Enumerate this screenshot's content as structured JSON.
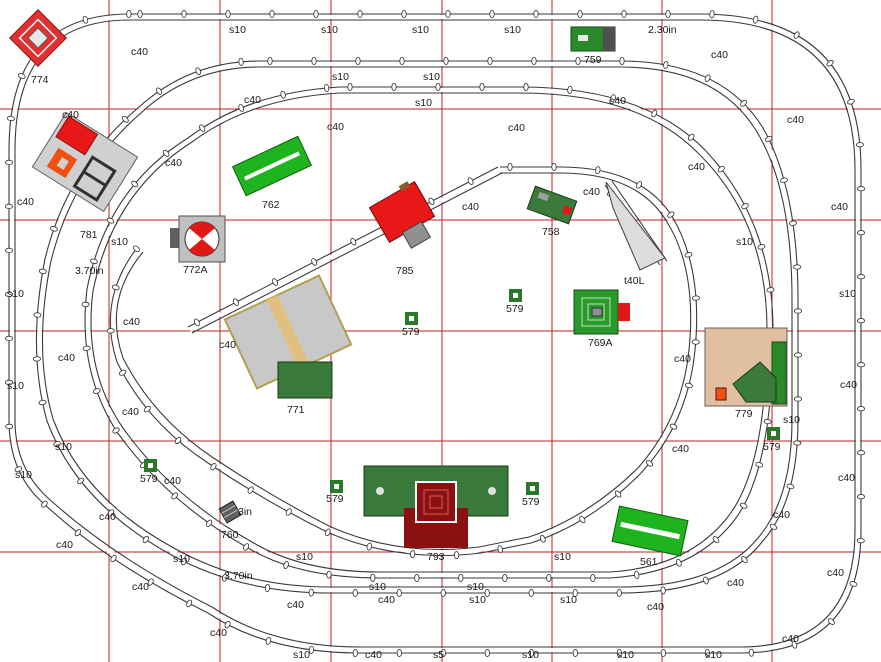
{
  "colors": {
    "grid": "#c02020",
    "rail": "#3a3a3a",
    "green": "#1fb31f",
    "dark_green": "#3a7a3a",
    "red": "#e01818",
    "maroon": "#8b1010",
    "gray": "#c8c8c8",
    "tan": "#e0c0a0",
    "orange": "#f05010"
  },
  "track_labels": [
    {
      "id": "t1",
      "text": "s10"
    },
    {
      "id": "t2",
      "text": "s10"
    },
    {
      "id": "t3",
      "text": "s10"
    },
    {
      "id": "t4",
      "text": "s10"
    },
    {
      "id": "t5",
      "text": "2.30in"
    },
    {
      "id": "t6",
      "text": "c40"
    },
    {
      "id": "t7",
      "text": "c40"
    },
    {
      "id": "t8",
      "text": "s10"
    },
    {
      "id": "t9",
      "text": "s10"
    },
    {
      "id": "t10",
      "text": "c40"
    },
    {
      "id": "t11",
      "text": "c40"
    },
    {
      "id": "t12",
      "text": "s10"
    },
    {
      "id": "t13",
      "text": "c40"
    },
    {
      "id": "t14",
      "text": "c40"
    },
    {
      "id": "t15",
      "text": "c40"
    },
    {
      "id": "t16",
      "text": "c40"
    },
    {
      "id": "t17",
      "text": "c40"
    },
    {
      "id": "t18",
      "text": "c40"
    },
    {
      "id": "t19",
      "text": "c40"
    },
    {
      "id": "t20",
      "text": "c40"
    },
    {
      "id": "t21",
      "text": "s10"
    },
    {
      "id": "t22",
      "text": "3.70in"
    },
    {
      "id": "t23",
      "text": "s10"
    },
    {
      "id": "t24",
      "text": "c40"
    },
    {
      "id": "t25",
      "text": "s10"
    },
    {
      "id": "t26",
      "text": "c40"
    },
    {
      "id": "t27",
      "text": "s10"
    },
    {
      "id": "t28",
      "text": "c40"
    },
    {
      "id": "t29",
      "text": "c40"
    },
    {
      "id": "t30",
      "text": "t40L"
    },
    {
      "id": "t31",
      "text": "c40"
    },
    {
      "id": "t32",
      "text": "c40"
    },
    {
      "id": "t33",
      "text": "s10"
    },
    {
      "id": "t34",
      "text": "c40"
    },
    {
      "id": "t35",
      "text": "c40"
    },
    {
      "id": "t36",
      "text": "s10"
    },
    {
      "id": "t37",
      "text": "c40"
    },
    {
      "id": "t38",
      "text": "s10"
    },
    {
      "id": "t39",
      "text": "s10"
    },
    {
      "id": "t40",
      "text": "c40"
    },
    {
      "id": "t41",
      "text": "c40"
    },
    {
      "id": "t42",
      "text": "c40"
    },
    {
      "id": "t43",
      "text": "c40"
    },
    {
      "id": "t44",
      "text": "c40"
    },
    {
      "id": "t45",
      "text": "c40"
    },
    {
      "id": "t46",
      "text": "c40"
    },
    {
      "id": "t47",
      "text": "c40"
    },
    {
      "id": "t48",
      "text": "c40"
    },
    {
      "id": "t49",
      "text": "3in"
    },
    {
      "id": "t50",
      "text": "s10"
    },
    {
      "id": "t51",
      "text": "s10"
    },
    {
      "id": "t52",
      "text": "3.70in"
    },
    {
      "id": "t53",
      "text": "s10"
    },
    {
      "id": "t54",
      "text": "c40"
    },
    {
      "id": "t55",
      "text": "c40"
    },
    {
      "id": "t56",
      "text": "s10"
    },
    {
      "id": "t57",
      "text": "s10"
    },
    {
      "id": "t58",
      "text": "s10"
    },
    {
      "id": "t59",
      "text": "s10"
    },
    {
      "id": "t60",
      "text": "c40"
    },
    {
      "id": "t61",
      "text": "c40"
    },
    {
      "id": "t62",
      "text": "s10"
    },
    {
      "id": "t63",
      "text": "c40"
    },
    {
      "id": "t64",
      "text": "s5"
    },
    {
      "id": "t65",
      "text": "s10"
    },
    {
      "id": "t66",
      "text": "s10"
    },
    {
      "id": "t67",
      "text": "s10"
    },
    {
      "id": "t68",
      "text": "c40"
    },
    {
      "id": "t69",
      "text": "c40"
    },
    {
      "id": "t70",
      "text": "c40"
    },
    {
      "id": "t71",
      "text": "c40"
    }
  ],
  "accessories": [
    {
      "id": "a774",
      "text": "774"
    },
    {
      "id": "a759",
      "text": "759"
    },
    {
      "id": "a781",
      "text": "781"
    },
    {
      "id": "a762",
      "text": "762"
    },
    {
      "id": "a772A",
      "text": "772A"
    },
    {
      "id": "a785",
      "text": "785"
    },
    {
      "id": "a758",
      "text": "758"
    },
    {
      "id": "a769A",
      "text": "769A"
    },
    {
      "id": "a771",
      "text": "771"
    },
    {
      "id": "a779",
      "text": "779"
    },
    {
      "id": "a793",
      "text": "793"
    },
    {
      "id": "a760",
      "text": "760"
    },
    {
      "id": "a561",
      "text": "561"
    },
    {
      "id": "a579a",
      "text": "579"
    },
    {
      "id": "a579b",
      "text": "579"
    },
    {
      "id": "a579c",
      "text": "579"
    },
    {
      "id": "a579d",
      "text": "579"
    },
    {
      "id": "a579e",
      "text": "579"
    },
    {
      "id": "a579f",
      "text": "579"
    }
  ]
}
